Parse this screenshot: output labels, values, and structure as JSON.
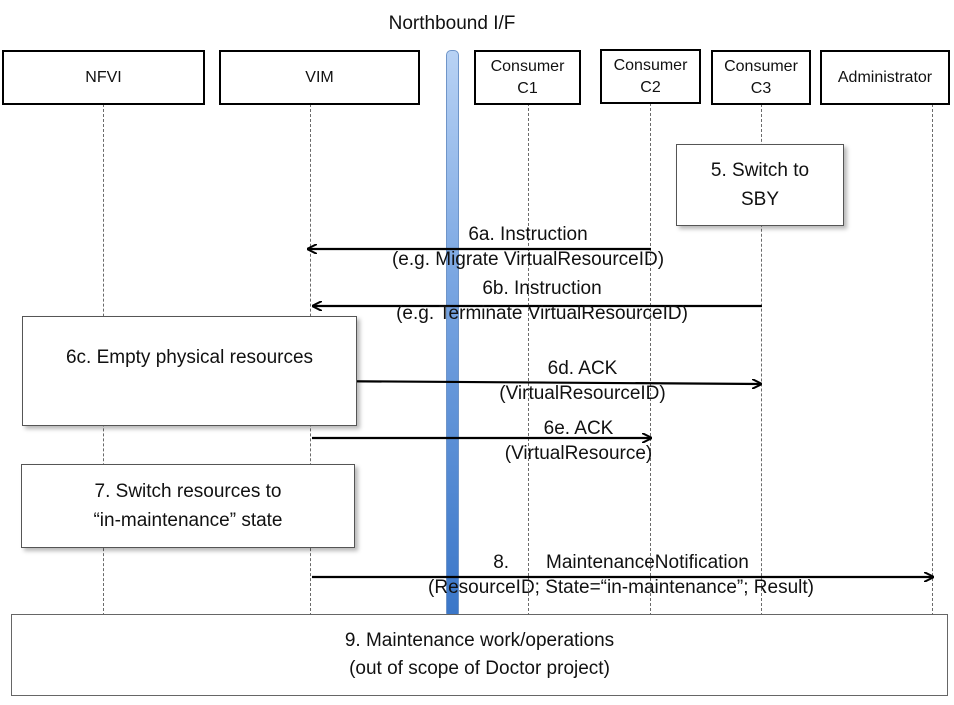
{
  "interface_title": "Northbound I/F",
  "actors": {
    "nfvi": "NFVI",
    "vim": "VIM",
    "consumer_c1": "Consumer\nC1",
    "consumer_c2": "Consumer\nC2",
    "consumer_c3": "Consumer\nC3",
    "administrator": "Administrator"
  },
  "steps": {
    "s5": "5. Switch to\nSBY",
    "s6a": "6a. Instruction\n(e.g. Migrate VirtualResourceID)",
    "s6b": "6b. Instruction\n(e.g. Terminate VirtualResourceID)",
    "s6c": "6c. Empty physical resources",
    "s6d": "6d. ACK\n(VirtualResourceID)",
    "s6e": "6e. ACK\n(VirtualResource)",
    "s7": "7. Switch resources to\n“in-maintenance” state",
    "s8": "8.       MaintenanceNotification\n(ResourceID; State=“in-maintenance”; Result)",
    "s9": "9. Maintenance work/operations\n(out of scope of Doctor project)"
  }
}
